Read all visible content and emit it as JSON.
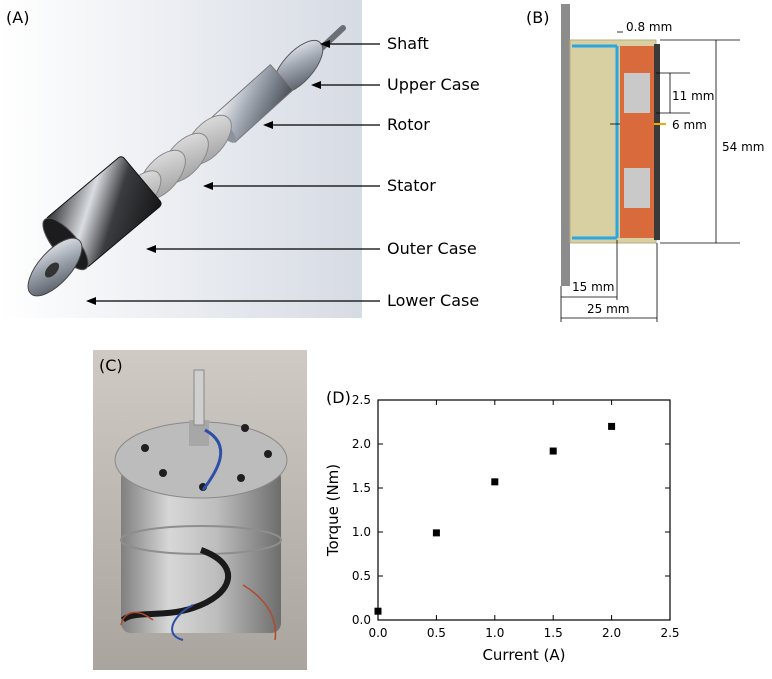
{
  "panels": {
    "a": {
      "label": "(A)"
    },
    "b": {
      "label": "(B)"
    },
    "c": {
      "label": "(C)"
    },
    "d": {
      "label": "(D)"
    }
  },
  "exploded_view": {
    "parts": [
      "Shaft",
      "Upper Case",
      "Rotor",
      "Stator",
      "Outer Case",
      "Lower Case"
    ]
  },
  "cross_section": {
    "dimensions": {
      "gap": "0.8 mm",
      "magnet_height": "11 mm",
      "magnet_thickness": "6 mm",
      "total_height": "54 mm",
      "inner_width": "15 mm",
      "total_width": "25 mm"
    },
    "colors": {
      "body": "#d8cfa3",
      "magnet_orange": "#d86a3c",
      "magnet_grey": "#c9c9c9",
      "case_line": "#2aa7e0",
      "plate": "#8c8c8c",
      "marker": "#f2a900"
    }
  },
  "chart_data": {
    "type": "scatter",
    "title": "",
    "xlabel": "Current (A)",
    "ylabel": "Torque (Nm)",
    "xlim": [
      0.0,
      2.5
    ],
    "ylim": [
      0.0,
      2.5
    ],
    "xticks": [
      "0.0",
      "0.5",
      "1.0",
      "1.5",
      "2.0",
      "2.5"
    ],
    "yticks": [
      "0.0",
      "0.5",
      "1.0",
      "1.5",
      "2.0",
      "2.5"
    ],
    "grid": false,
    "series": [
      {
        "x": [
          0.0,
          0.5,
          1.0,
          1.5,
          2.0
        ],
        "y": [
          0.1,
          0.99,
          1.57,
          1.92,
          2.2
        ]
      }
    ]
  }
}
